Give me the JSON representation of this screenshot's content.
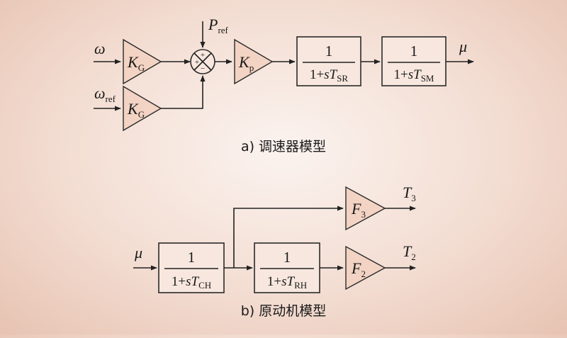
{
  "governor": {
    "input_omega": "ω",
    "input_omega_ref": {
      "base": "ω",
      "sub": "ref"
    },
    "input_pref": {
      "base": "P",
      "sub": "ref"
    },
    "gain_g_top": {
      "base": "K",
      "sub": "G"
    },
    "gain_g_bottom": {
      "base": "K",
      "sub": "G"
    },
    "gain_p": {
      "base": "K",
      "sub": "p"
    },
    "summer_signs": [
      "+",
      "+",
      "−"
    ],
    "tf_sr": {
      "num": "1",
      "den_pre": "1+",
      "den_s": "s",
      "den_T": "T",
      "den_sub": "SR"
    },
    "tf_sm": {
      "num": "1",
      "den_pre": "1+",
      "den_s": "s",
      "den_T": "T",
      "den_sub": "SM"
    },
    "output_mu": "μ",
    "caption": "a) 调速器模型"
  },
  "prime_mover": {
    "input_mu": "μ",
    "tf_ch": {
      "num": "1",
      "den_pre": "1+",
      "den_s": "s",
      "den_T": "T",
      "den_sub": "CH"
    },
    "tf_rh": {
      "num": "1",
      "den_pre": "1+",
      "den_s": "s",
      "den_T": "T",
      "den_sub": "RH"
    },
    "gain_f3": {
      "base": "F",
      "sub": "3"
    },
    "gain_f2": {
      "base": "F",
      "sub": "2"
    },
    "output_t3": {
      "base": "T",
      "sub": "3"
    },
    "output_t2": {
      "base": "T",
      "sub": "2"
    },
    "caption": "b) 原动机模型"
  }
}
